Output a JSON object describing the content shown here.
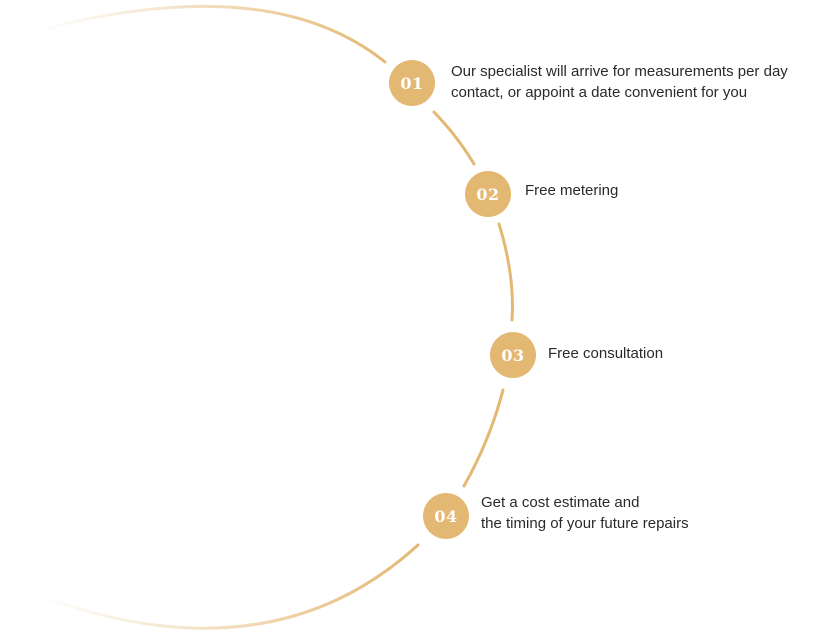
{
  "colors": {
    "accent": "#e3b872",
    "text": "#2a2a2a"
  },
  "steps": [
    {
      "number": "01",
      "lines": [
        "Our specialist will arrive for measurements per day",
        "contact, or appoint a date convenient for you"
      ]
    },
    {
      "number": "02",
      "lines": [
        "Free metering"
      ]
    },
    {
      "number": "03",
      "lines": [
        "Free consultation"
      ]
    },
    {
      "number": "04",
      "lines": [
        "Get a cost estimate and",
        "the timing of your future repairs"
      ]
    }
  ]
}
